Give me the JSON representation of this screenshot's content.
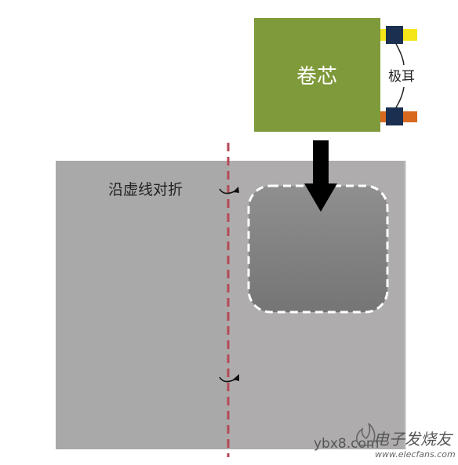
{
  "labels": {
    "winding_core": "卷芯",
    "tab": "极耳",
    "fold_instruction": "沿虚线对折"
  },
  "watermark": {
    "site": "ybx8.com",
    "logo_text": "电子发烧友",
    "url": "www.elecfans.com"
  },
  "colors": {
    "core_fill": "#7f9a3a",
    "pouch_fill": "#a9a9a9",
    "pouch_right_fill": "#aeacad",
    "cavity_top": "#8f8f8f",
    "cavity_bottom": "#767676",
    "fold_line": "#b54a57",
    "tab_positive": "#f5e619",
    "tab_negative": "#d9691e",
    "tab_connector": "#1b3050",
    "arrow": "#000000"
  },
  "icons": {
    "fold_arrow_top": "curved-fold-arrow-icon",
    "fold_arrow_bottom": "curved-fold-arrow-icon",
    "down_arrow": "down-arrow-icon",
    "logo": "flame-logo-icon"
  }
}
